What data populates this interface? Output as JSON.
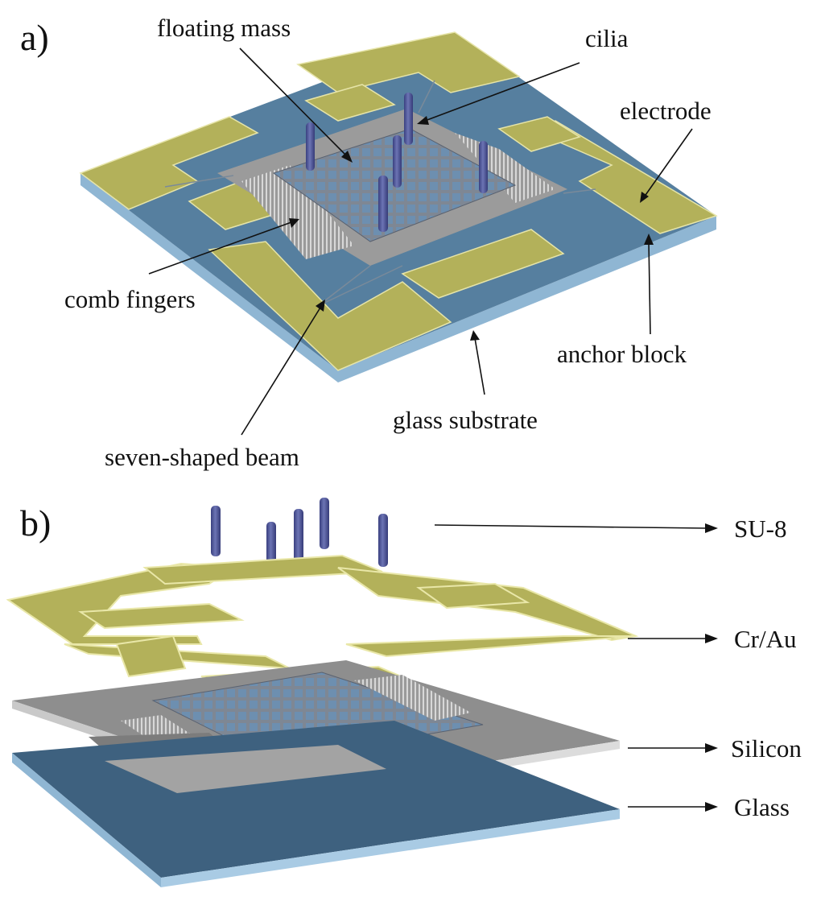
{
  "panel_a": {
    "tag": "a)",
    "labels": {
      "floating_mass": "floating mass",
      "cilia": "cilia",
      "electrode": "electrode",
      "comb_fingers": "comb  fingers",
      "anchor_block": "anchor block",
      "glass_substrate": "glass substrate",
      "seven_shaped_beam": "seven-shaped beam"
    }
  },
  "panel_b": {
    "tag": "b)",
    "layers": {
      "su8": "SU-8",
      "crau": "Cr/Au",
      "silicon": "Silicon",
      "glass": "Glass"
    }
  },
  "colors": {
    "gold": "#b3b15a",
    "gold_edge": "#e9e7a8",
    "blue": "#4f7a9a",
    "blue_edge": "#9cc2de",
    "silicon": "#8e8e8e",
    "silicon_light": "#c9c9c9",
    "pillar": "#4c5491"
  }
}
